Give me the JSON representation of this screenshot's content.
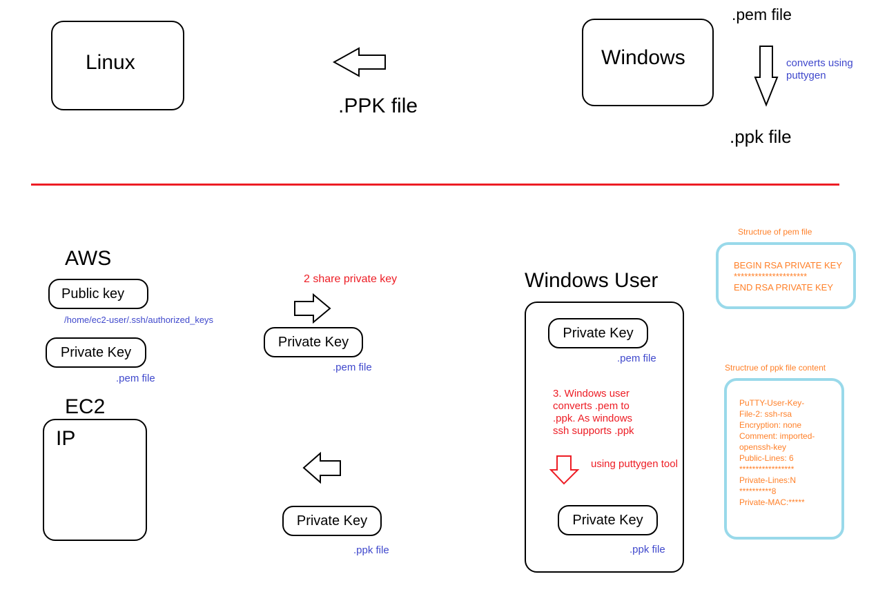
{
  "top": {
    "linux_label": "Linux",
    "windows_label": "Windows",
    "ppk_upper_label": ".PPK file",
    "pem_label": ".pem file",
    "converts_note": "converts using\nputtygen",
    "ppk_lower_label": ".ppk file"
  },
  "divider_color": "#ed1c24",
  "aws": {
    "title": "AWS",
    "public_key": "Public key",
    "authorized_keys_path": "/home/ec2-user/.ssh/authorized_keys",
    "private_key": "Private Key",
    "pem_label": ".pem file"
  },
  "ec2": {
    "title": "EC2",
    "ip_label": "IP"
  },
  "share": {
    "step_label": "2 share private key",
    "private_key": "Private Key",
    "pem_label": ".pem file"
  },
  "return": {
    "private_key": "Private Key",
    "ppk_label": ".ppk file"
  },
  "windows_user": {
    "title": "Windows User",
    "private_key_top": "Private Key",
    "pem_label": ".pem file",
    "step3_note": "3. Windows user\nconverts .pem to\n.ppk. As windows\nssh supports .ppk",
    "tool_note": "using puttygen tool",
    "private_key_bottom": "Private Key",
    "ppk_label": ".ppk file"
  },
  "pem_structure": {
    "caption": "Structrue of pem file",
    "lines": "BEGIN RSA PRIVATE KEY\n*********************\nEND RSA PRIVATE KEY"
  },
  "ppk_structure": {
    "caption": "Structrue of ppk file content",
    "lines": "PuTTY-User-Key-\nFile-2: ssh-rsa\nEncryption: none\nComment: imported-\nopenssh-key\nPublic-Lines: 6\n*****************\nPrivate-Lines:N\n**********8\nPrivate-MAC:*****"
  },
  "colors": {
    "annotation_blue": "#3f48cc",
    "annotation_red": "#ed1c24",
    "annotation_orange": "#ff7f27",
    "structure_box_border": "#99d9ea"
  }
}
